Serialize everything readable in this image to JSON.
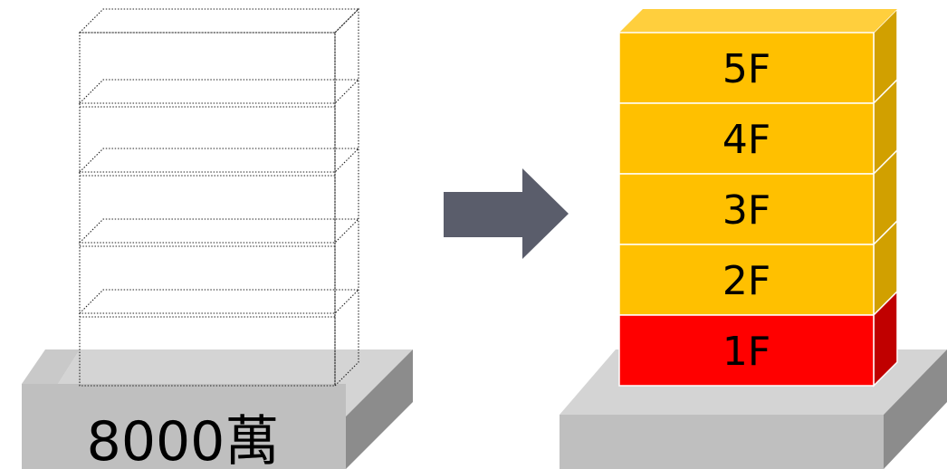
{
  "left_building": {
    "price_label": "8000萬",
    "floor_count": 5
  },
  "arrow": {
    "color": "#5a5d6b"
  },
  "right_building": {
    "floors": [
      {
        "label": "5F",
        "color": "#ffc000",
        "side_color": "#d1a000",
        "top_color": "#ffcf3d"
      },
      {
        "label": "4F",
        "color": "#ffc000",
        "side_color": "#d1a000"
      },
      {
        "label": "3F",
        "color": "#ffc000",
        "side_color": "#d1a000"
      },
      {
        "label": "2F",
        "color": "#ffc000",
        "side_color": "#d1a000"
      },
      {
        "label": "1F",
        "color": "#ff0000",
        "side_color": "#c00000"
      }
    ]
  },
  "base_colors": {
    "front": "#bfbfbf",
    "top": "#d4d4d4",
    "side": "#8c8c8c"
  }
}
